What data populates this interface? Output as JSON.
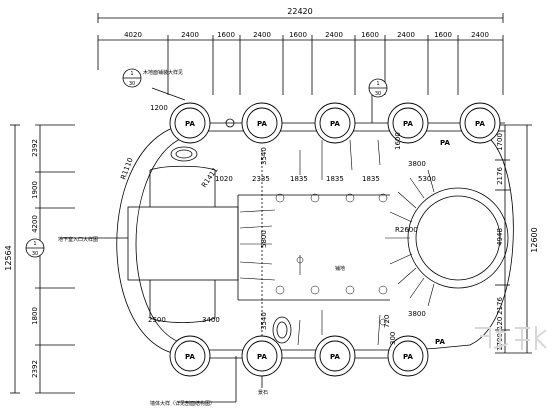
{
  "dimensions": {
    "top_total": "22420",
    "top_segments": [
      "4020",
      "2400",
      "1600",
      "2400",
      "1600",
      "2400",
      "1600",
      "2400",
      "1600",
      "2400"
    ],
    "left_total": "12564",
    "left_segments": [
      "2392",
      "1900",
      "4200",
      "1800",
      "2392"
    ],
    "right_total": "12600",
    "right_segments": [
      "1700",
      "2176",
      "4948",
      "2176",
      "1700"
    ],
    "interior": {
      "d1200": "1200",
      "r1110": "R1110",
      "r1411": "R1411",
      "d1020": "1020",
      "d2335": "2335",
      "d1835_a": "1835",
      "d1835_b": "1835",
      "d1835_c": "1835",
      "d5300": "5300",
      "d3800_top": "3800",
      "d3800_bot": "3800",
      "d3540_top": "3540",
      "d3540_bot": "3540",
      "d5800": "5800",
      "r2600": "R2600",
      "d2500": "2500",
      "d3400": "3400",
      "d720": "720",
      "d300": "300",
      "d1600": "1600",
      "d120": "120"
    }
  },
  "pavilions": [
    "PA",
    "PA",
    "PA",
    "PA",
    "PA",
    "PA",
    "PA",
    "PA",
    "PA"
  ],
  "callouts": {
    "section_1": {
      "num": "1",
      "sheet": "30"
    },
    "section_2": {
      "num": "1",
      "sheet": "30"
    },
    "section_3": {
      "num": "1",
      "sheet": "30"
    }
  },
  "notes": {
    "note_top_left": "木地面铺装大样见",
    "note_left": "地下室入口大样图",
    "note_bottom": "墙体大样（详见剖面结构图）",
    "label_center": "铺地",
    "label_bottom": "景石"
  }
}
